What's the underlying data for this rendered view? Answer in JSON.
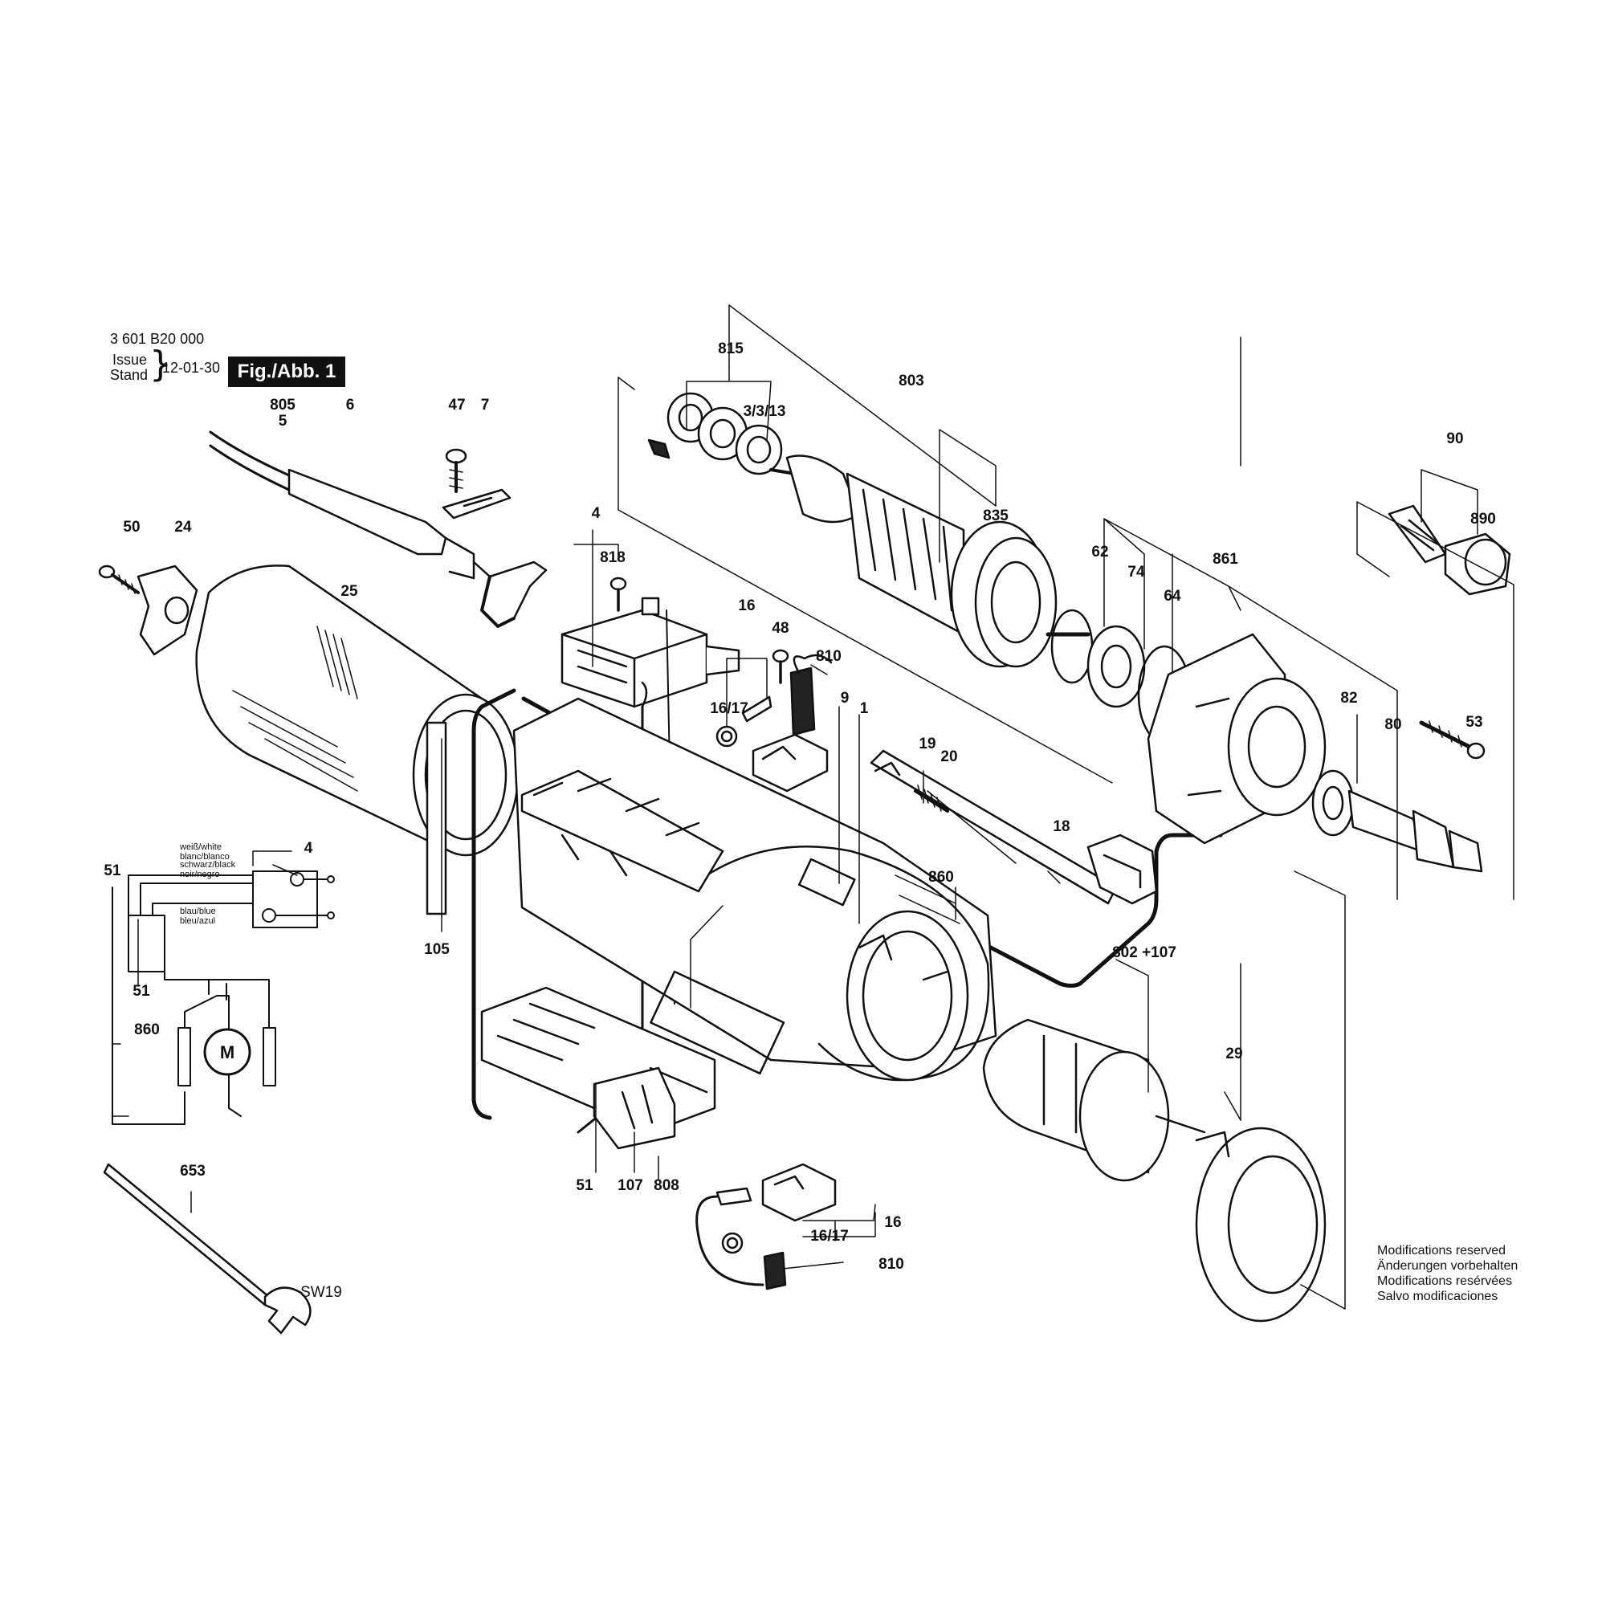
{
  "header": {
    "part_number": "3 601 B20 000",
    "issue_label": "Issue",
    "stand_label": "Stand",
    "date": "12-01-30",
    "figure_label": "Fig./Abb. 1"
  },
  "callouts": {
    "c805": "805",
    "c5": "5",
    "c6": "6",
    "c47": "47",
    "c7": "7",
    "c50": "50",
    "c24": "24",
    "c25": "25",
    "c4": "4",
    "c818": "818",
    "c16": "16",
    "c48": "48",
    "c810": "810",
    "c1617": "16/17",
    "c9": "9",
    "c1": "1",
    "c815": "815",
    "c3313": "3/3/13",
    "c803": "803",
    "c835": "835",
    "c62": "62",
    "c74": "74",
    "c64": "64",
    "c861": "861",
    "c90": "90",
    "c890": "890",
    "c82": "82",
    "c80": "80",
    "c53": "53",
    "c19": "19",
    "c20": "20",
    "c18": "18",
    "c860": "860",
    "c802_107": "802 +107",
    "c29": "29",
    "c105": "105",
    "c51": "51",
    "c107": "107",
    "c808": "808",
    "c653": "653",
    "sw19": "SW19",
    "c16_b": "16",
    "c1617_b": "16/17",
    "c810_b": "810"
  },
  "wiring": {
    "wire_white": "weiß/white",
    "wire_white_2": "blanc/blanco",
    "wire_black": "schwarz/black",
    "wire_black_2": "noir/negro",
    "wire_blue": "blau/blue",
    "wire_blue_2": "bleu/azul",
    "label_51_top": "51",
    "label_4": "4",
    "label_51_mid": "51",
    "label_860": "860",
    "motor": "M"
  },
  "notice": {
    "line1": "Modifications reserved",
    "line2": "Änderungen vorbehalten",
    "line3": "Modifications resérvées",
    "line4": "Salvo modificaciones"
  }
}
